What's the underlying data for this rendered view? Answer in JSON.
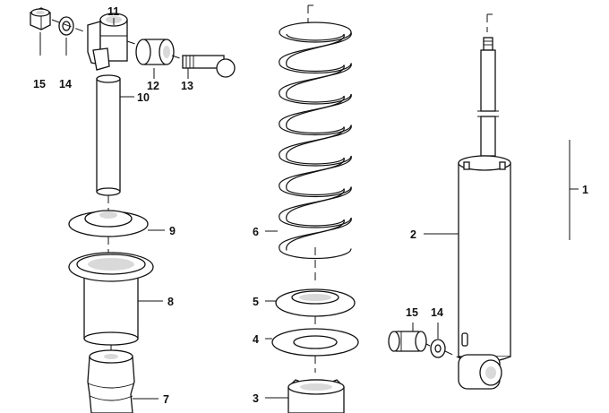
{
  "diagram": {
    "callouts": [
      {
        "key": "c1",
        "text": "1"
      },
      {
        "key": "c2",
        "text": "2"
      },
      {
        "key": "c3",
        "text": "3"
      },
      {
        "key": "c4",
        "text": "4"
      },
      {
        "key": "c5",
        "text": "5"
      },
      {
        "key": "c6",
        "text": "6"
      },
      {
        "key": "c7",
        "text": "7"
      },
      {
        "key": "c8",
        "text": "8"
      },
      {
        "key": "c9",
        "text": "9"
      },
      {
        "key": "c10",
        "text": "10"
      },
      {
        "key": "c11",
        "text": "11"
      },
      {
        "key": "c12",
        "text": "12"
      },
      {
        "key": "c13",
        "text": "13"
      },
      {
        "key": "c14a",
        "text": "14"
      },
      {
        "key": "c15a",
        "text": "15"
      },
      {
        "key": "c14b",
        "text": "14"
      },
      {
        "key": "c15b",
        "text": "15"
      }
    ]
  }
}
